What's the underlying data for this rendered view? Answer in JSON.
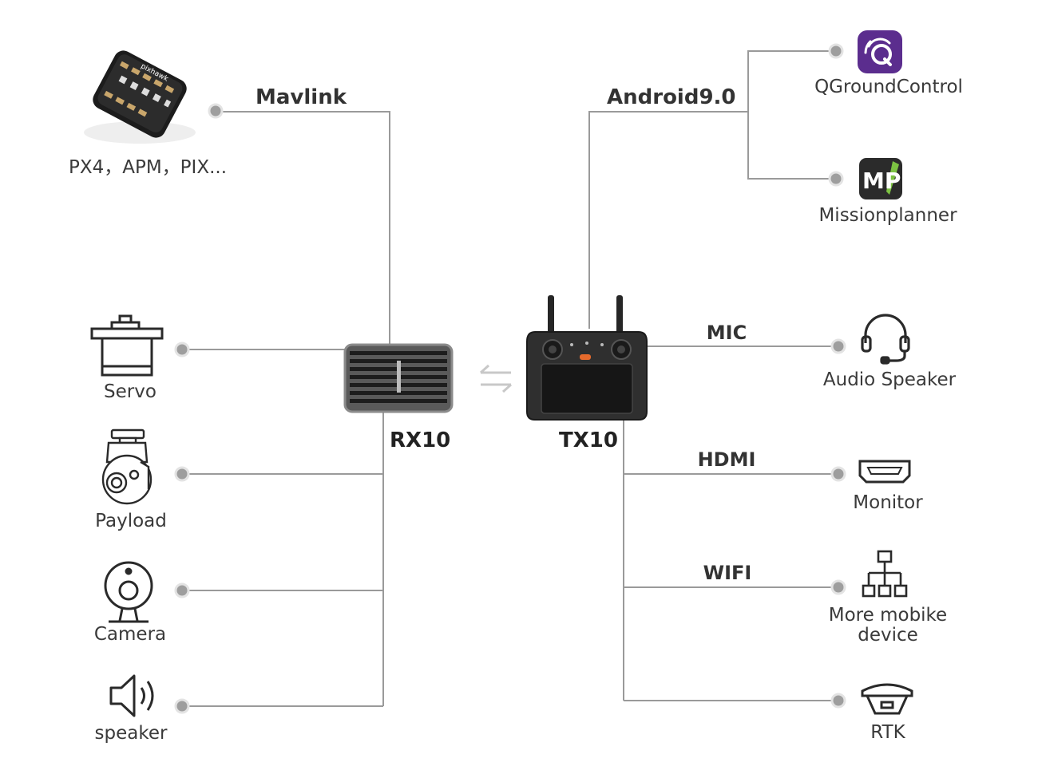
{
  "colors": {
    "line": "#9a9a9a",
    "dot": "#9e9e9e",
    "text": "#333333",
    "device_dark": "#2b2b2b",
    "qgc_purple": "#5b2d8e",
    "mp_green": "#7cc242"
  },
  "hub": {
    "receiver": "RX10",
    "transmitter": "TX10"
  },
  "links": {
    "mavlink": "Mavlink",
    "android": "Android9.0",
    "mic": "MIC",
    "hdmi": "HDMI",
    "wifi": "WIFI"
  },
  "left_devices": [
    {
      "id": "flight-controller",
      "label": "PX4，APM，PIX...",
      "icon": "flight-controller-icon"
    },
    {
      "id": "servo",
      "label": "Servo",
      "icon": "servo-icon"
    },
    {
      "id": "payload",
      "label": "Payload",
      "icon": "gimbal-camera-icon"
    },
    {
      "id": "camera",
      "label": "Camera",
      "icon": "webcam-icon"
    },
    {
      "id": "speaker",
      "label": "speaker",
      "icon": "speaker-icon"
    }
  ],
  "right_devices": [
    {
      "id": "qgroundcontrol",
      "label": "QGroundControl",
      "icon": "qgroundcontrol-icon"
    },
    {
      "id": "missionplanner",
      "label": "Missionplanner",
      "icon": "missionplanner-icon"
    },
    {
      "id": "audio-speaker",
      "label": "Audio Speaker",
      "icon": "headset-icon"
    },
    {
      "id": "monitor",
      "label": "Monitor",
      "icon": "hdmi-port-icon"
    },
    {
      "id": "more-mobile",
      "label": "More mobike device",
      "icon": "network-tree-icon"
    },
    {
      "id": "rtk",
      "label": "RTK",
      "icon": "rtk-antenna-icon"
    }
  ]
}
